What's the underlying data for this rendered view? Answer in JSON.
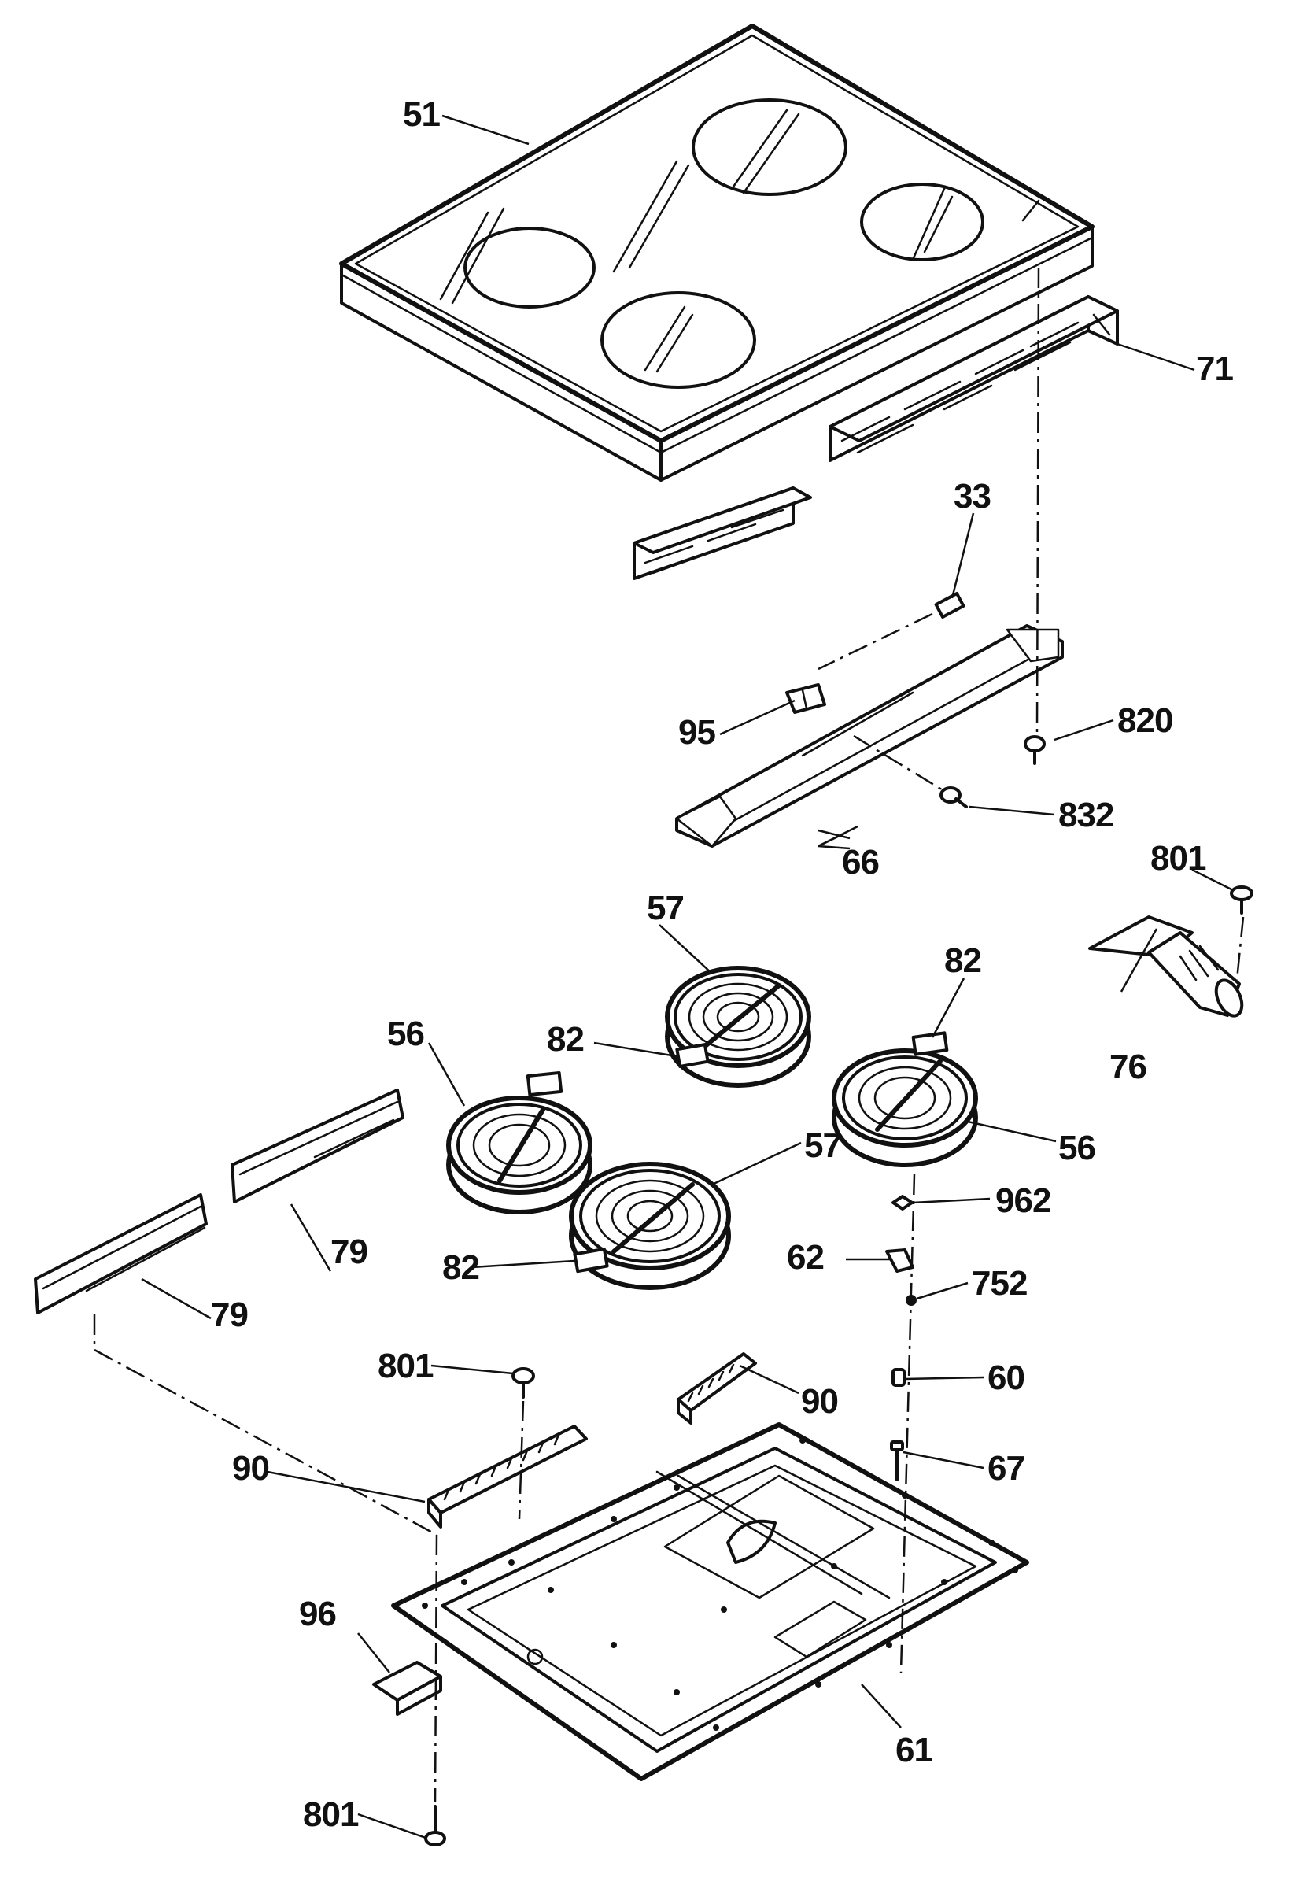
{
  "labels": {
    "p51": "51",
    "p71": "71",
    "p33": "33",
    "p820": "820",
    "p95": "95",
    "p832": "832",
    "p66": "66",
    "p801_top": "801",
    "p57_top": "57",
    "p82_right": "82",
    "p82_mid": "82",
    "p56_left": "56",
    "p76": "76",
    "p56_right": "56",
    "p57_bottom": "57",
    "p962": "962",
    "p79_upper": "79",
    "p62": "62",
    "p82_bottom": "82",
    "p752": "752",
    "p79_lower": "79",
    "p801_mid": "801",
    "p60": "60",
    "p90_right": "90",
    "p67": "67",
    "p90_left": "90",
    "p96": "96",
    "p61": "61",
    "p801_bottom": "801"
  }
}
